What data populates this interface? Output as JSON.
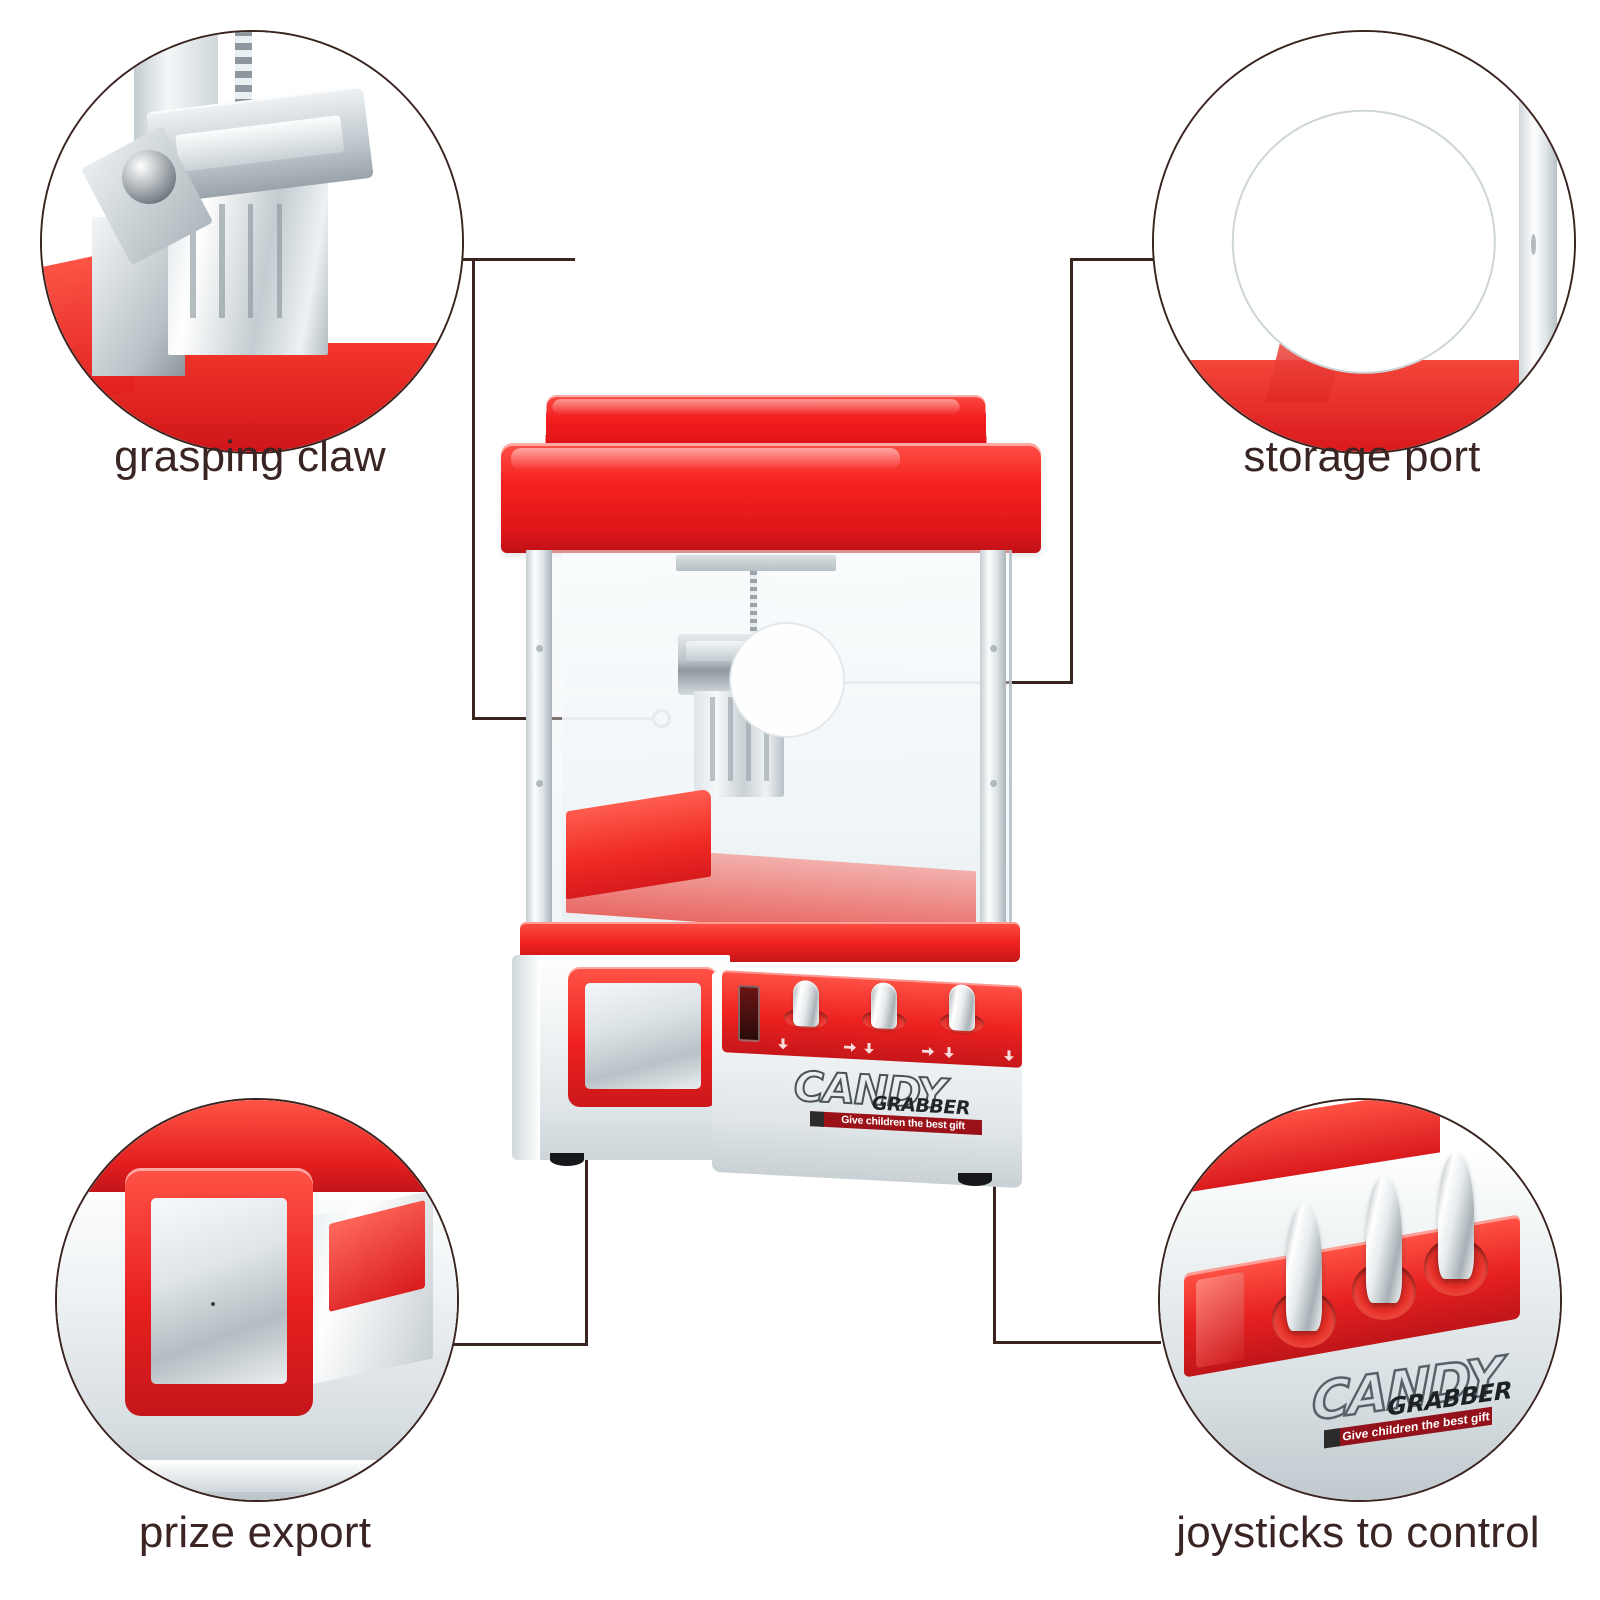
{
  "page": {
    "background_color": "#ffffff",
    "line_color": "#3a2420",
    "label_color": "#3a2424",
    "accent_red": "#f4201f"
  },
  "callouts": [
    {
      "id": "grasping-claw",
      "label": "grasping claw",
      "position": "top-left",
      "detail": "close-up of the metal grasping claw with chain above the red interior floor"
    },
    {
      "id": "storage-port",
      "label": "storage port",
      "position": "top-right",
      "detail": "close-up of the round candy storage port opening in the clear cabinet"
    },
    {
      "id": "prize-export",
      "label": "prize export",
      "position": "bottom-left",
      "detail": "close-up of the red framed prize export door on the silver base"
    },
    {
      "id": "joysticks-to-control",
      "label": "joysticks to control",
      "position": "bottom-right",
      "detail": "close-up of three silver joystick knobs on the red control panel"
    }
  ],
  "product": {
    "name": "candy-grabber-claw-machine",
    "brand": {
      "word_outline": "CANDY",
      "word_solid": "GRABBER",
      "tagline": "Give children the best gift"
    },
    "colors": {
      "cabinet_red": "#f4201f",
      "cabinet_silver": "#e0e6e9",
      "knob_silver": "#e5eaec"
    },
    "controls": {
      "joystick_count": 3,
      "coin_slot": "coin-slot"
    },
    "anchors": [
      {
        "target": "grasping-claw",
        "label": "claw anchor point"
      },
      {
        "target": "storage-port",
        "label": "storage port anchor point"
      },
      {
        "target": "prize-export",
        "label": "prize door anchor point"
      },
      {
        "target": "joysticks-to-control",
        "label": "joystick anchor point"
      }
    ]
  }
}
